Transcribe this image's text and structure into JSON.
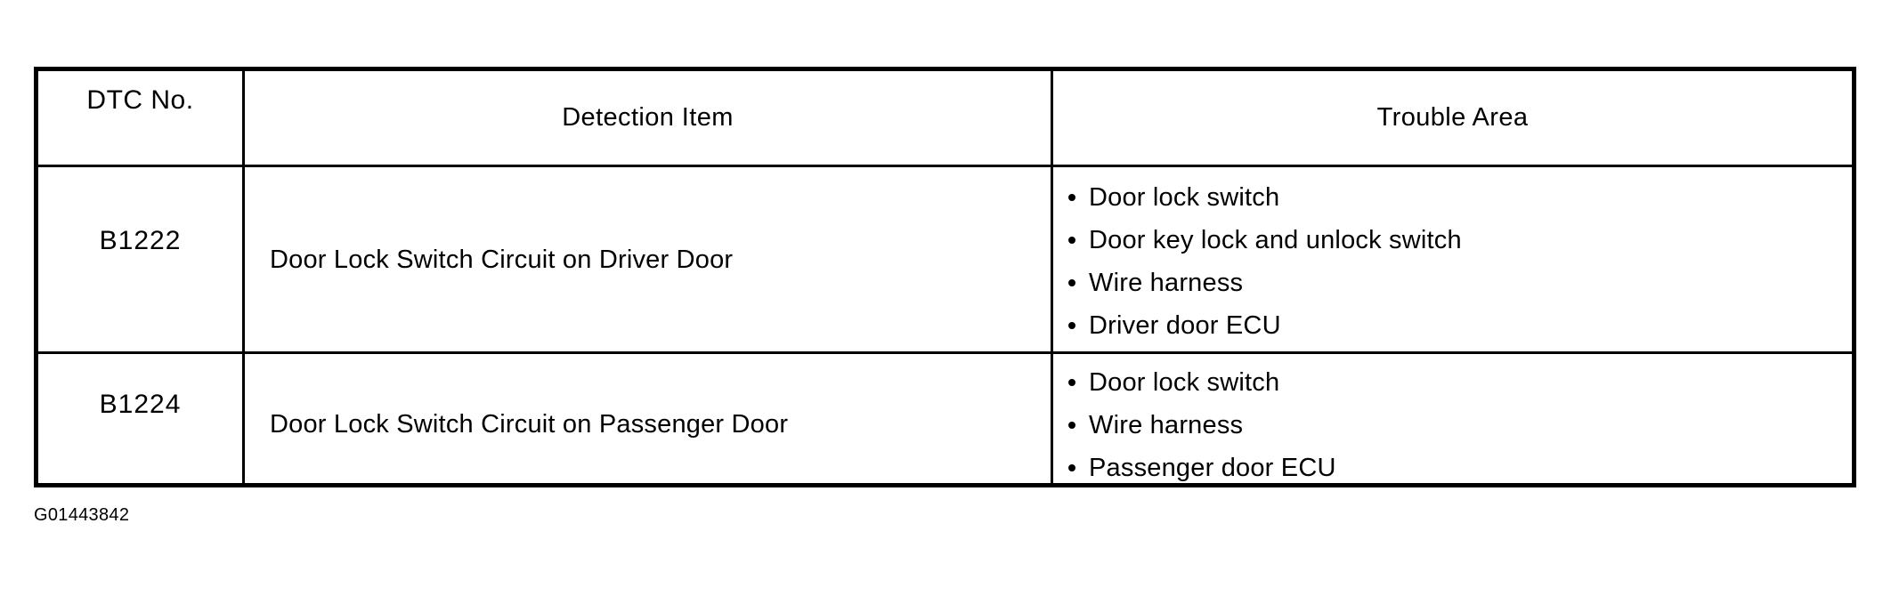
{
  "table": {
    "headers": {
      "dtc_no": "DTC No.",
      "detection_item": "Detection Item",
      "trouble_area": "Trouble Area"
    },
    "rows": [
      {
        "dtc": "B1222",
        "detection": "Door Lock Switch Circuit on Driver Door",
        "trouble": [
          "Door lock switch",
          "Door key lock and unlock switch",
          "Wire harness",
          "Driver door ECU"
        ]
      },
      {
        "dtc": "B1224",
        "detection": "Door Lock Switch Circuit on Passenger Door",
        "trouble": [
          "Door lock switch",
          "Wire harness",
          "Passenger door ECU"
        ]
      }
    ]
  },
  "figure_id": "G01443842",
  "colors": {
    "text": "#000000",
    "border": "#000000",
    "background": "#ffffff"
  }
}
